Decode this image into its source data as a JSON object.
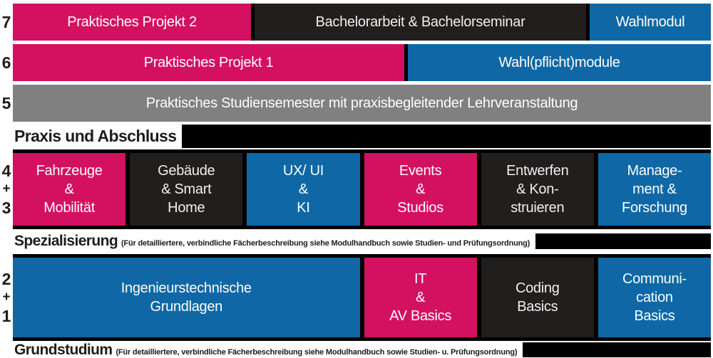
{
  "diagram": {
    "gutter": {
      "sem7": "7",
      "sem6": "6",
      "sem5": "5",
      "sem43": [
        "4",
        "+",
        "3"
      ],
      "sem21": [
        "2",
        "+",
        "1"
      ]
    },
    "row7": {
      "project2": "Praktisches Projekt 2",
      "thesis": "Bachelorarbeit & Bachelorseminar",
      "elective": "Wahlmodul"
    },
    "row6": {
      "project1": "Praktisches Projekt 1",
      "electives": "Wahl(pflicht)module"
    },
    "row5": {
      "internship": "Praktisches Studiensemester mit praxisbegleitender Lehrveranstaltung"
    },
    "section_labels": {
      "praxis": "Praxis und Abschluss",
      "spezialisierung": "Spezialisierung",
      "spezialisierung_note": "(Für detailliertere, verbindliche Fächerbeschreibung siehe Modulhandbuch sowie Studien- und Prüfungsordnung)",
      "grundstudium": "Grundstudium",
      "grundstudium_note": "(Für detailliertere, verbindliche Fächerbeschreibung siehe Modulhandbuch sowie Studien- u. Prüfungsordnung)"
    },
    "specialization": {
      "blocks": [
        {
          "lines": [
            "Fahrzeuge",
            "&",
            "Mobilität"
          ],
          "color": "#d41061"
        },
        {
          "lines": [
            "Gebäude",
            "& Smart",
            "Home"
          ],
          "color": "#211e1e"
        },
        {
          "lines": [
            "UX/ UI",
            "&",
            "KI"
          ],
          "color": "#0f68a5"
        },
        {
          "lines": [
            "Events",
            "&",
            "Studios"
          ],
          "color": "#d41061"
        },
        {
          "lines": [
            "Entwerfen",
            "& Kon-",
            "struieren"
          ],
          "color": "#211e1e"
        },
        {
          "lines": [
            "Manage-",
            "ment &",
            "Forschung"
          ],
          "color": "#0f68a5"
        }
      ]
    },
    "foundation": {
      "blocks": [
        {
          "lines": [
            "Ingenieurstechnische",
            "Grundlagen"
          ],
          "color": "#0f68a5"
        },
        {
          "lines": [
            "IT",
            "&",
            "AV Basics"
          ],
          "color": "#d41061"
        },
        {
          "lines": [
            "Coding",
            "Basics"
          ],
          "color": "#211e1e"
        },
        {
          "lines": [
            "Communi-",
            "cation",
            "Basics"
          ],
          "color": "#0f68a5"
        }
      ]
    },
    "colors": {
      "pink": "#d41061",
      "blue": "#0f68a5",
      "dark": "#211e1e",
      "gray": "#808080",
      "divider": "#000000",
      "label_text": "#1d1d1b",
      "background": "#ffffff"
    }
  }
}
